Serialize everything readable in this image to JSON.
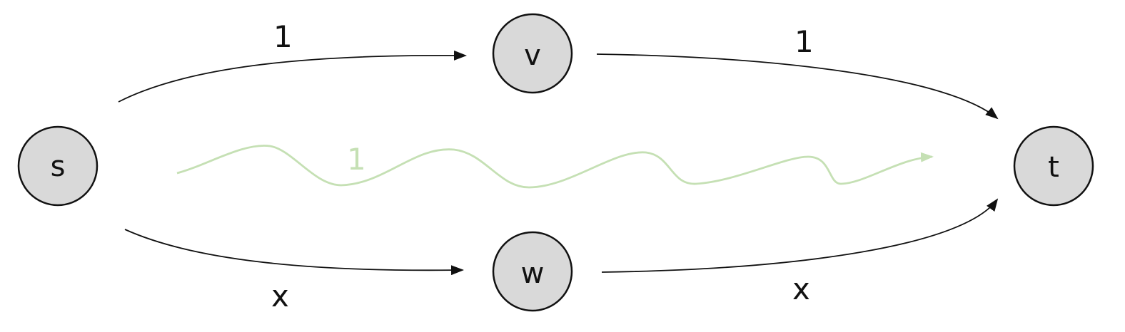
{
  "colors": {
    "node_fill": "#d9d9d9",
    "node_stroke": "#111111",
    "edge": "#111111",
    "flow": "#c5e0b4"
  },
  "nodes": {
    "s": "s",
    "v": "v",
    "w": "w",
    "t": "t"
  },
  "edges": {
    "s_v": "1",
    "v_t": "1",
    "s_w": "x",
    "w_t": "x"
  },
  "flow_path": {
    "label": "1"
  }
}
